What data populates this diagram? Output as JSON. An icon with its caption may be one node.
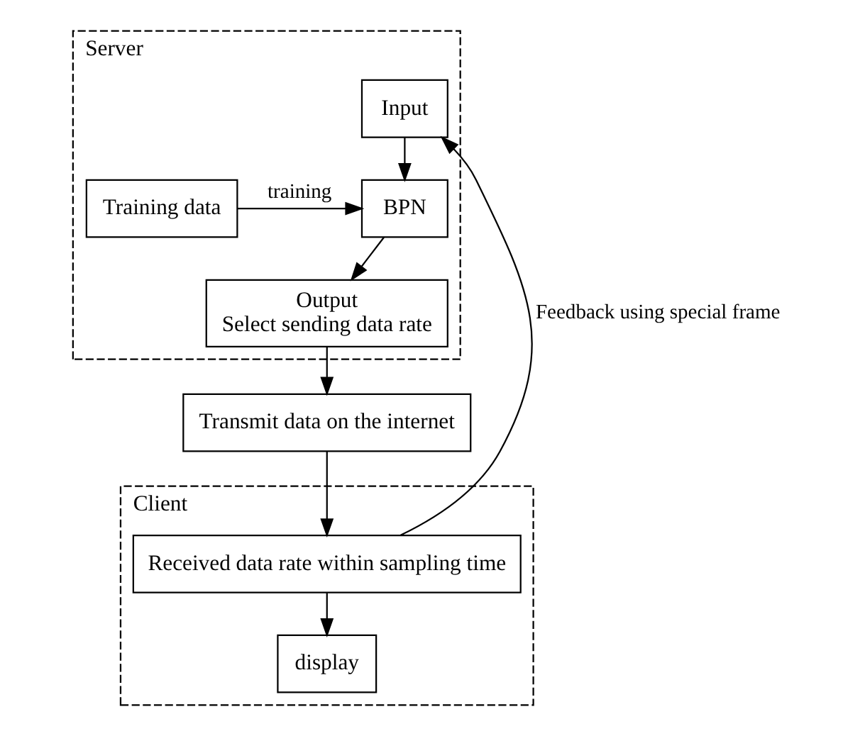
{
  "diagram": {
    "nodes": [
      {
        "text": [
          "Server"
        ]
      },
      {
        "text": [
          "Input"
        ],
        "in": 0
      },
      {
        "text": [
          "Training data"
        ],
        "in": 0
      },
      {
        "text": [
          "BPN"
        ],
        "in": 0
      },
      {
        "text": [
          "Output",
          "Select sending data rate"
        ],
        "in": 0
      },
      {
        "text": [
          "Transmit data on the internet"
        ]
      },
      {
        "text": [
          "Client"
        ]
      },
      {
        "text": [
          "Received data rate within sampling time"
        ],
        "in": 6
      },
      {
        "text": [
          "display"
        ],
        "in": 6
      }
    ],
    "edges": [
      {
        "from": 1,
        "to": 3,
        "arrow": "to"
      },
      {
        "from": 2,
        "to": 3,
        "arrow": "to",
        "label": "training"
      },
      {
        "from": 3,
        "to": 4,
        "arrow": "to"
      },
      {
        "from": 4,
        "to": 5,
        "arrow": "to"
      },
      {
        "from": 5,
        "to": 7,
        "arrow": "to"
      },
      {
        "from": 7,
        "to": 1,
        "arrow": "to",
        "label": "Feedback using special frame"
      },
      {
        "from": 7,
        "to": 8,
        "arrow": "to"
      }
    ]
  }
}
